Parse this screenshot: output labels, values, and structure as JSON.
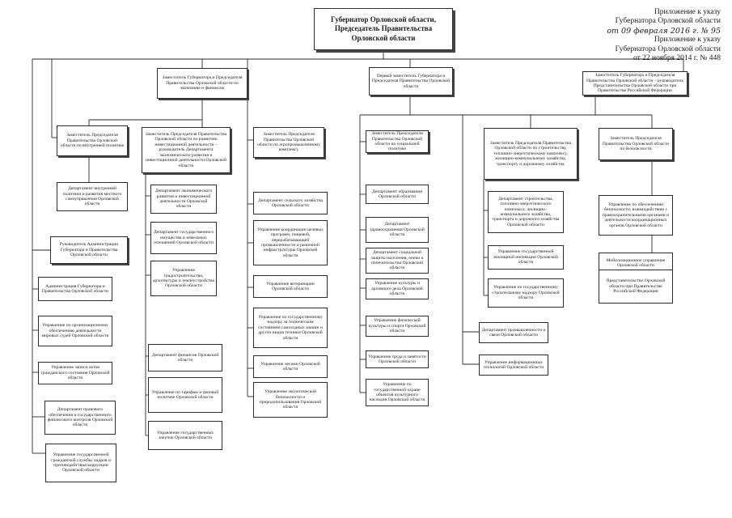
{
  "annex": {
    "first": {
      "line1": "Приложение к указу",
      "line2": "Губернатора Орловской области",
      "line3": "от 09 февраля 2016 г. № 95"
    },
    "second": {
      "line1": "Приложение к указу",
      "line2": "Губернатора Орловской области",
      "line3": "от 22 ноября 2014 г. № 448"
    }
  },
  "governor": "Губернатор Орловской области, Председатель Правительства Орловской области",
  "columns": [
    {
      "deputy": "Заместитель Губернатора и Председателя Правительства Орловской области по экономике и финансам",
      "left_branch": {
        "head": "Заместитель Председателя Правительства Орловской области по внутренней политике",
        "units": [
          "Департамент внутренней политики и развития местного самоуправления Орловской области"
        ]
      },
      "admin_branch": {
        "head": "Руководитель Администрации Губернатора и Правительства Орловской области",
        "units": [
          "Администрация Губернатора и Правительства Орловской области",
          "Управление по организационному обеспечению деятельности мировых судей Орловской области",
          "Управление записи актов гражданского состояния Орловской области",
          "Департамент правового обеспечения и государственного финансового контроля Орловской области",
          "Управление государственной гражданской службы, кадров и противодействия коррупции Орловской области"
        ]
      },
      "right_branch": {
        "head": "Заместитель Председателя Правительства Орловской области по развитию инвестиционной деятельности – руководитель Департамента экономического развития и инвестиционной деятельности Орловской области",
        "units": [
          "Департамент экономического развития и инвестиционной деятельности Орловской области",
          "Департамент государственного имущества и земельных отношений Орловской области",
          "Управление градостроительства, архитектуры и землеустройства Орловской области",
          "Департамент финансов Орловской области",
          "Управление по тарифам и ценовой политике Орловской области",
          "Управление государственных закупок Орловской области"
        ]
      }
    },
    {
      "deputy": "Заместитель Председателя Правительства Орловской области по агропромышленному комплексу",
      "units": [
        "Департамент сельского хозяйства Орловской области",
        "Управление координации целевых программ, пищевой, перерабатывающей промышленности и рыночной инфраструктуры Орловской области",
        "Управление ветеринарии Орловской области",
        "Управление по государственному надзору за техническим состоянием самоходных машин и других видов техники Орловской области",
        "Управление лесами Орловской области",
        "Управление экологической безопасности и природопользования Орловской области"
      ]
    },
    {
      "deputy": "Первый заместитель Губернатора и Председателя Правительства Орловской области",
      "sub": "Заместитель Председателя Правительства Орловской области по социальной политике",
      "units": [
        "Департамент образования Орловской области",
        "Департамент здравоохранения Орловской области",
        "Департамент социальной защиты населения, опеки и попечительства Орловской области",
        "Управление культуры и архивного дела Орловской области",
        "Управление физической культуры и спорта Орловской области",
        "Управление труда и занятости Орловской области",
        "Управление по государственной охране объектов культурного наследия Орловской области"
      ]
    },
    {
      "sub": "Заместитель Председателя Правительства Орловской области по строительству, топливно-энергетическому комплексу, жилищно-коммунальному хозяйству, транспорту и дорожному хозяйству",
      "units": [
        "Департамент строительства, топливно-энергетического комплекса, жилищно-коммунального хозяйства, транспорта и дорожного хозяйства Орловской области",
        "Управление государственной жилищной инспекции Орловской области",
        "Управление по государственному строительному надзору Орловской области",
        "Департамент промышленности и связи Орловской области",
        "Управление информационных технологий Орловской области"
      ]
    },
    {
      "deputy": "Заместитель Губернатора и Председателя Правительства Орловской области – руководитель Представительства Орловской области при Правительстве Российской Федерации",
      "sub": "Заместитель Председателя Правительства Орловской области по безопасности",
      "units": [
        "Управление по обеспечению безопасности, взаимодействию с правоохранительными органами и деятельности координационных органов Орловской области",
        "Мобилизационное управление Орловской области",
        "Представительство Орловской области при Правительстве Российской Федерации"
      ]
    }
  ]
}
